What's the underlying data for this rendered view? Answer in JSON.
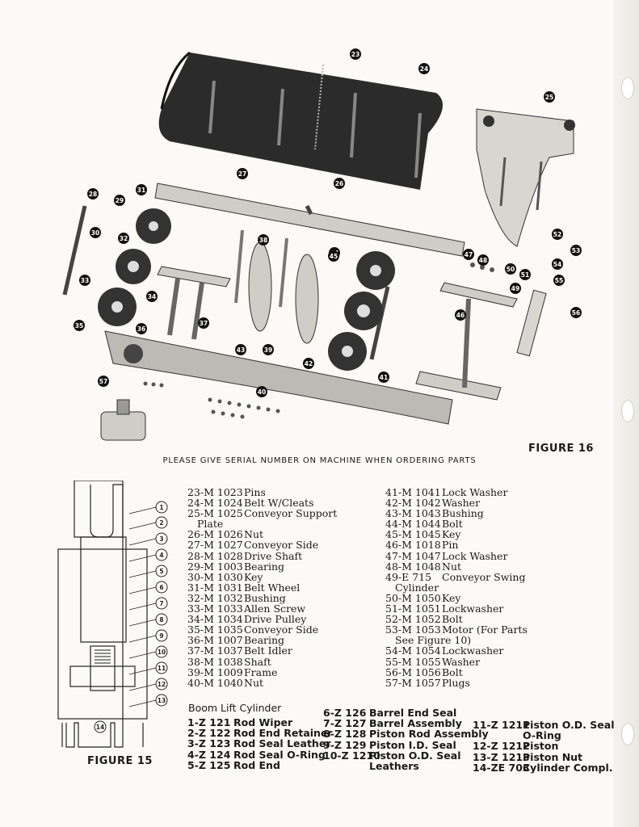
{
  "figure16_label": "FIGURE 16",
  "figure15_label": "FIGURE 15",
  "notice": "PLEASE GIVE SERIAL NUMBER ON MACHINE WHEN ORDERING PARTS",
  "callouts16": [
    "23",
    "24",
    "25",
    "26",
    "27",
    "28",
    "29",
    "30",
    "31",
    "32",
    "33",
    "34",
    "35",
    "36",
    "37",
    "38",
    "39",
    "40",
    "41",
    "42",
    "43",
    "44",
    "45",
    "46",
    "47",
    "48",
    "49",
    "50",
    "51",
    "52",
    "53",
    "54",
    "55",
    "56",
    "57"
  ],
  "callouts15": [
    "1",
    "2",
    "3",
    "4",
    "5",
    "6",
    "7",
    "8",
    "9",
    "10",
    "11",
    "12",
    "13",
    "14"
  ],
  "parts_left": [
    {
      "code": "23-M 1023",
      "name": "Pins"
    },
    {
      "code": "24-M 1024",
      "name": "Belt W/Cleats"
    },
    {
      "code": "25-M 1025",
      "name": "Conveyor Support"
    },
    {
      "code": "",
      "name": "Plate"
    },
    {
      "code": "26-M 1026",
      "name": "Nut"
    },
    {
      "code": "27-M 1027",
      "name": "Conveyor Side"
    },
    {
      "code": "28-M 1028",
      "name": "Drive Shaft"
    },
    {
      "code": "29-M 1003",
      "name": "Bearing"
    },
    {
      "code": "30-M 1030",
      "name": "Key"
    },
    {
      "code": "31-M 1031",
      "name": "Belt Wheel"
    },
    {
      "code": "32-M 1032",
      "name": "Bushing"
    },
    {
      "code": "33-M 1033",
      "name": "Allen Screw"
    },
    {
      "code": "34-M 1034",
      "name": "Drive Pulley"
    },
    {
      "code": "35-M 1035",
      "name": "Conveyor Side"
    },
    {
      "code": "36-M 1007",
      "name": "Bearing"
    },
    {
      "code": "37-M 1037",
      "name": "Belt Idler"
    },
    {
      "code": "38-M 1038",
      "name": "Shaft"
    },
    {
      "code": "39-M 1009",
      "name": "Frame"
    },
    {
      "code": "40-M 1040",
      "name": "Nut"
    }
  ],
  "parts_right": [
    {
      "code": "41-M 1041",
      "name": "Lock Washer"
    },
    {
      "code": "42-M 1042",
      "name": "Washer"
    },
    {
      "code": "43-M 1043",
      "name": "Bushing"
    },
    {
      "code": "44-M 1044",
      "name": "Bolt"
    },
    {
      "code": "45-M 1045",
      "name": "Key"
    },
    {
      "code": "46-M 1018",
      "name": "Pin"
    },
    {
      "code": "47-M 1047",
      "name": "Lock Washer"
    },
    {
      "code": "48-M 1048",
      "name": "Nut"
    },
    {
      "code": "49-E 715",
      "name": "Conveyor Swing"
    },
    {
      "code": "",
      "name": "Cylinder"
    },
    {
      "code": "50-M 1050",
      "name": "Key"
    },
    {
      "code": "51-M 1051",
      "name": "Lockwasher"
    },
    {
      "code": "52-M 1052",
      "name": "Bolt"
    },
    {
      "code": "53-M 1053",
      "name": "Motor (For Parts"
    },
    {
      "code": "",
      "name": "See Figure 10)"
    },
    {
      "code": "54-M 1054",
      "name": "Lockwasher"
    },
    {
      "code": "55-M 1055",
      "name": "Washer"
    },
    {
      "code": "56-M 1056",
      "name": "Bolt"
    },
    {
      "code": "57-M 1057",
      "name": "Plugs"
    }
  ],
  "boom_title": "Boom Lift Cylinder",
  "boom_col1": [
    {
      "code": "1-Z 121",
      "name": "Rod Wiper"
    },
    {
      "code": "2-Z 122",
      "name": "Rod End Retainer"
    },
    {
      "code": "3-Z 123",
      "name": "Rod Seal Leather"
    },
    {
      "code": "4-Z 124",
      "name": "Rod Seal O-Ring"
    },
    {
      "code": "5-Z 125",
      "name": "Rod End"
    }
  ],
  "boom_col2": [
    {
      "code": "6-Z 126",
      "name": "Barrel End Seal"
    },
    {
      "code": "7-Z 127",
      "name": "Barrel Assembly"
    },
    {
      "code": "8-Z 128",
      "name": "Piston Rod Assembly"
    },
    {
      "code": "9-Z 129",
      "name": "Piston I.D. Seal"
    },
    {
      "code": "10-Z 1210",
      "name": "Piston O.D. Seal"
    },
    {
      "code": "",
      "name": "Leathers"
    }
  ],
  "boom_col3": [
    {
      "code": "11-Z 1211",
      "name": "Piston O.D. Seal"
    },
    {
      "code": "",
      "name": "O-Ring"
    },
    {
      "code": "12-Z 1212",
      "name": "Piston"
    },
    {
      "code": "13-Z 1213",
      "name": "Piston Nut"
    },
    {
      "code": "14-ZE 703",
      "name": "Cylinder Compl."
    }
  ]
}
